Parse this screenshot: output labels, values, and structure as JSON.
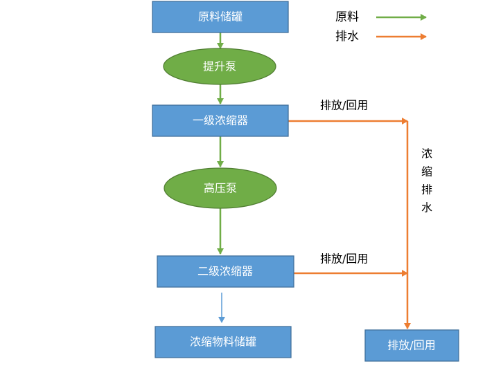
{
  "nodes": {
    "raw_tank": "原料储罐",
    "lift_pump": "提升泵",
    "stage1": "一级浓缩器",
    "hp_pump": "高压泵",
    "stage2": "二级浓缩器",
    "product_tank": "浓缩物料储罐",
    "discharge_box": "排放/回用"
  },
  "labels": {
    "discharge1": "排放/回用",
    "discharge2": "排放/回用",
    "concentrate_discharge": [
      "浓",
      "缩",
      "排",
      "水"
    ]
  },
  "legend": {
    "raw": "原料",
    "drain": "排水"
  },
  "colors": {
    "box": "#5b9bd5",
    "pump": "#70ad47",
    "raw_flow": "#70ad47",
    "drain_flow": "#ed7d31"
  }
}
